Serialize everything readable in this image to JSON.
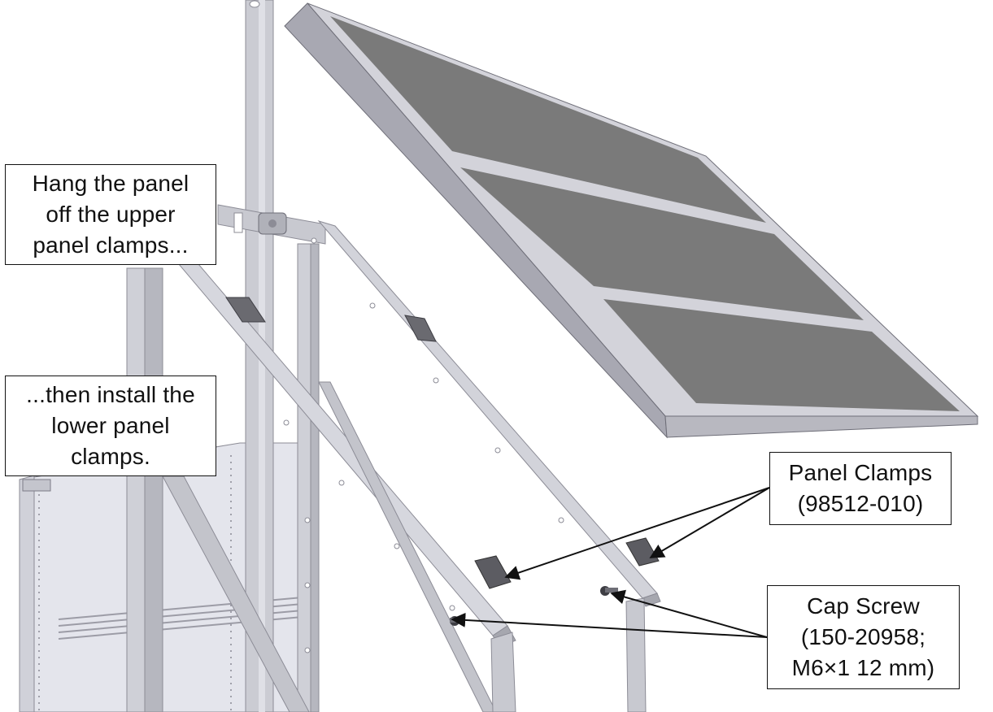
{
  "callouts": {
    "upper_step": [
      "Hang the panel",
      "off the upper",
      "panel clamps..."
    ],
    "lower_step": [
      "...then install the",
      "lower panel",
      "clamps."
    ],
    "panel_clamps": [
      "Panel Clamps",
      "(98512-010)"
    ],
    "cap_screw": [
      "Cap Screw",
      "(150-20958;",
      "M6×1 12 mm)"
    ]
  },
  "colors": {
    "background": "#ffffff",
    "solar_cell": "#7a7a7a",
    "panel_frame": "#d6d6dc",
    "panel_edge": "#a6a6b0",
    "steel": "#c8c8cf",
    "steel_dark": "#8c8c96",
    "clamp": "#5c5c62",
    "enclosure": "#e2e3ea",
    "line": "#111111"
  },
  "icons": [
    "solar-panel",
    "mounting-pole",
    "support-rail",
    "panel-clamp",
    "cap-screw",
    "equipment-enclosure"
  ]
}
